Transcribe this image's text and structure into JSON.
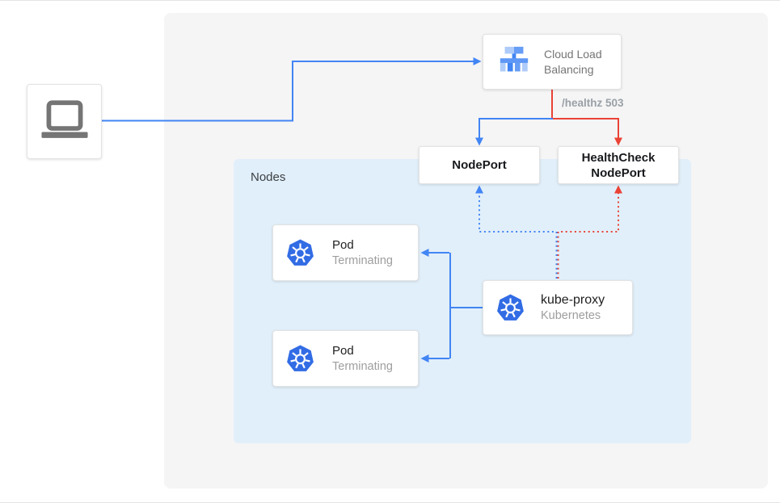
{
  "colors": {
    "blue": "#4285f4",
    "red": "#ea4335",
    "k8s_blue": "#326ce5",
    "panel_bg": "#f5f5f6",
    "nodes_bg": "#e1effa",
    "gray_text": "#757575",
    "muted_text": "#9aa0a6",
    "dark_text": "#202124",
    "icon_gray": "#757575"
  },
  "diagram": {
    "client": {
      "icon": "laptop-icon"
    },
    "cloud_load_balancing": {
      "icon": "cloud-load-balancing-icon",
      "label_line1": "Cloud Load",
      "label_line2": "Balancing"
    },
    "healthz_label": "/healthz 503",
    "nodeport": {
      "label": "NodePort"
    },
    "healthcheck_nodeport": {
      "label_line1": "HealthCheck",
      "label_line2": "NodePort"
    },
    "nodes_group": {
      "label": "Nodes"
    },
    "pods": [
      {
        "icon": "kubernetes-icon",
        "title": "Pod",
        "subtitle": "Terminating"
      },
      {
        "icon": "kubernetes-icon",
        "title": "Pod",
        "subtitle": "Terminating"
      }
    ],
    "kube_proxy": {
      "icon": "kubernetes-icon",
      "title": "kube-proxy",
      "subtitle": "Kubernetes"
    }
  }
}
